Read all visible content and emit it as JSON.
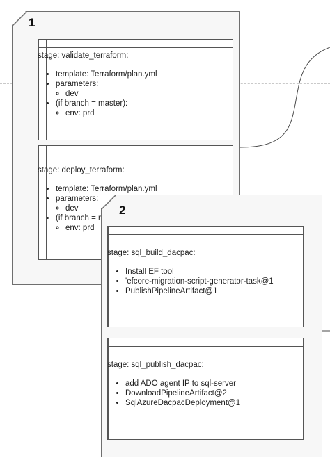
{
  "cards": [
    {
      "number": "1",
      "stages": [
        {
          "title": "stage: validate_terraform:",
          "items": [
            {
              "text": "template: Terraform/plan.yml",
              "sub": []
            },
            {
              "text": "parameters:",
              "sub": [
                "dev"
              ]
            },
            {
              "text": "(if branch = master):",
              "sub": [
                "env: prd"
              ]
            }
          ]
        },
        {
          "title": "stage: deploy_terraform:",
          "items": [
            {
              "text": "template: Terraform/plan.yml",
              "sub": []
            },
            {
              "text": "parameters:",
              "sub": [
                "dev"
              ]
            },
            {
              "text": "(if branch = master):",
              "sub": [
                "env: prd"
              ]
            }
          ]
        }
      ]
    },
    {
      "number": "2",
      "stages": [
        {
          "title": "stage: sql_build_dacpac:",
          "items": [
            {
              "text": "Install EF tool",
              "sub": []
            },
            {
              "text": "'efcore-migration-script-generator-task@1",
              "sub": []
            },
            {
              "text": "PublishPipelineArtifact@1",
              "sub": []
            }
          ]
        },
        {
          "title": "stage: sql_publish_dacpac:",
          "items": [
            {
              "text": "add ADO agent IP to sql-server",
              "sub": []
            },
            {
              "text": "DownloadPipelineArtifact@2",
              "sub": []
            },
            {
              "text": "SqlAzureDacpacDeployment@1",
              "sub": []
            }
          ]
        }
      ]
    }
  ]
}
